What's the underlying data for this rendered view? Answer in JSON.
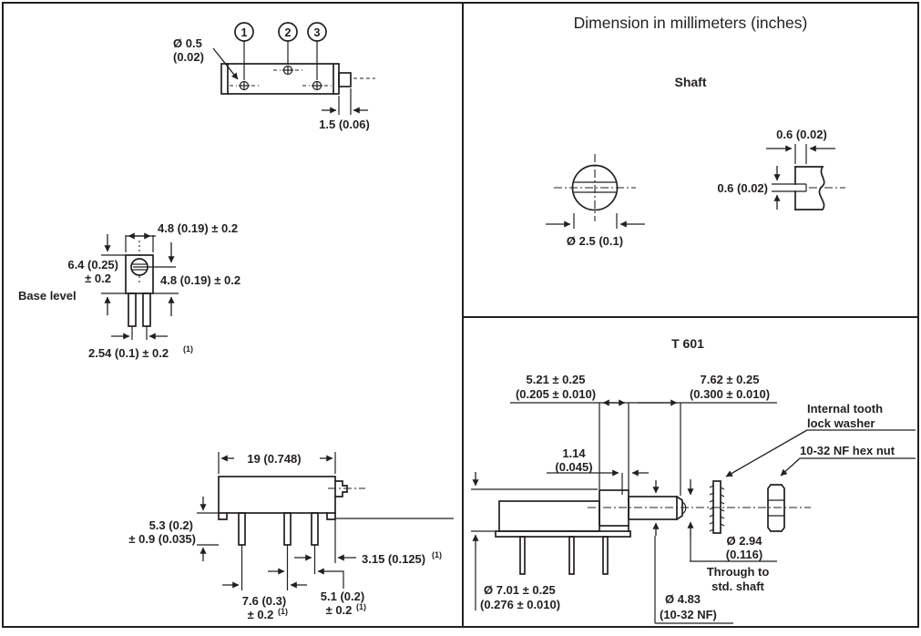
{
  "header": {
    "title": "Dimension in millimeters (inches)"
  },
  "top_view": {
    "pin1": "1",
    "pin2": "2",
    "pin3": "3",
    "hole_dia_line1": "Ø 0.5",
    "hole_dia_line2": "(0.02)",
    "end_offset": "1.5 (0.06)"
  },
  "front_view": {
    "width_dim": "4.8 (0.19) ± 0.2",
    "height_dim_line1": "6.4 (0.25)",
    "height_dim_line2": "± 0.2",
    "base_level": "Base level",
    "center_height_dim": "4.8 (0.19) ± 0.2",
    "pin_pitch": "2.54 (0.1) ± 0.2",
    "pin_pitch_note": "(1)"
  },
  "side_view": {
    "length_dim": "19 (0.748)",
    "standoff_line1": "5.3 (0.2)",
    "standoff_line2": "± 0.9 (0.035)",
    "end_pin_offset": "3.15 (0.125)",
    "end_pin_offset_note": "(1)",
    "pitch_a_line1": "7.6 (0.3)",
    "pitch_a_line2": "± 0.2",
    "pitch_a_note": "(1)",
    "pitch_b_line1": "5.1 (0.2)",
    "pitch_b_line2": "± 0.2",
    "pitch_b_note": "(1)"
  },
  "shaft_view": {
    "heading": "Shaft",
    "diameter": "Ø 2.5 (0.1)",
    "slot_width": "0.6 (0.02)",
    "slot_depth": "0.6 (0.02)"
  },
  "t601_view": {
    "heading": "T 601",
    "bushing_len_line1": "5.21 ± 0.25",
    "bushing_len_line2": "(0.205 ± 0.010)",
    "thread_len_line1": "7.62 ± 0.25",
    "thread_len_line2": "(0.300 ± 0.010)",
    "washer_gap_line1": "1.14",
    "washer_gap_line2": "(0.045)",
    "washer_label_line1": "Internal tooth",
    "washer_label_line2": "lock washer",
    "nut_label": "10-32 NF hex nut",
    "shaft_hole_line1": "Ø 2.94",
    "shaft_hole_line2": "(0.116)",
    "through_line1": "Through to",
    "through_line2": "std. shaft",
    "body_dia_line1": "Ø 7.01 ± 0.25",
    "body_dia_line2": "(0.276 ± 0.010)",
    "thread_dia_line1": "Ø 4.83",
    "thread_dia_line2": "(10-32 NF)"
  },
  "colors": {
    "line": "#231f20",
    "background": "#ffffff"
  }
}
